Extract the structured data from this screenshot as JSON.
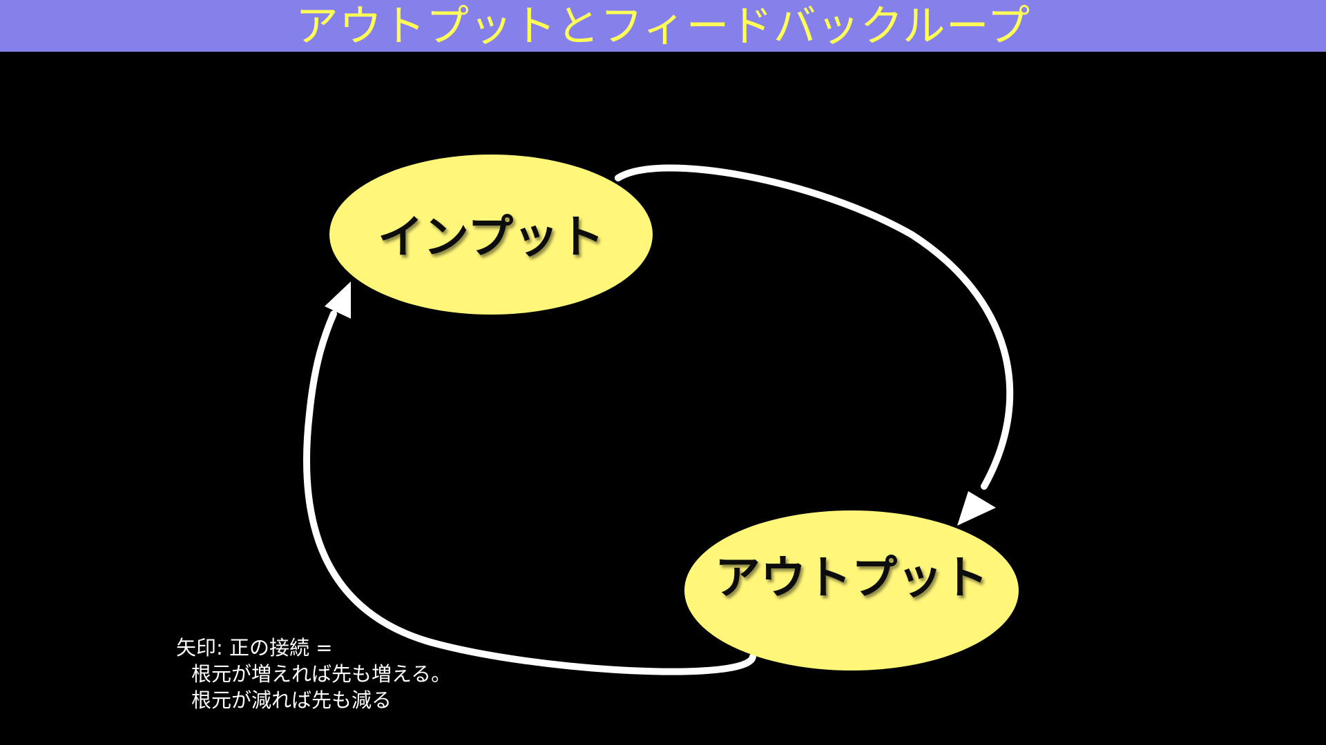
{
  "slide": {
    "title": "アウトプットとフィードバックループ"
  },
  "diagram": {
    "nodes": [
      {
        "id": "input",
        "label": "インプット"
      },
      {
        "id": "output",
        "label": "アウトプット"
      }
    ],
    "edges": [
      {
        "from": "input",
        "to": "output",
        "polarity": "positive"
      },
      {
        "from": "output",
        "to": "input",
        "polarity": "positive"
      }
    ]
  },
  "legend": {
    "line1": "矢印: 正の接続 =",
    "line2": "根元が増えれば先も増える。",
    "line3": "根元が減れば先も減る"
  },
  "colors": {
    "title_bar": "#8680EA",
    "title_text": "#FFFF55",
    "node_fill": "#FFF67A",
    "arrow": "#FFFFFF",
    "background": "#000000"
  }
}
